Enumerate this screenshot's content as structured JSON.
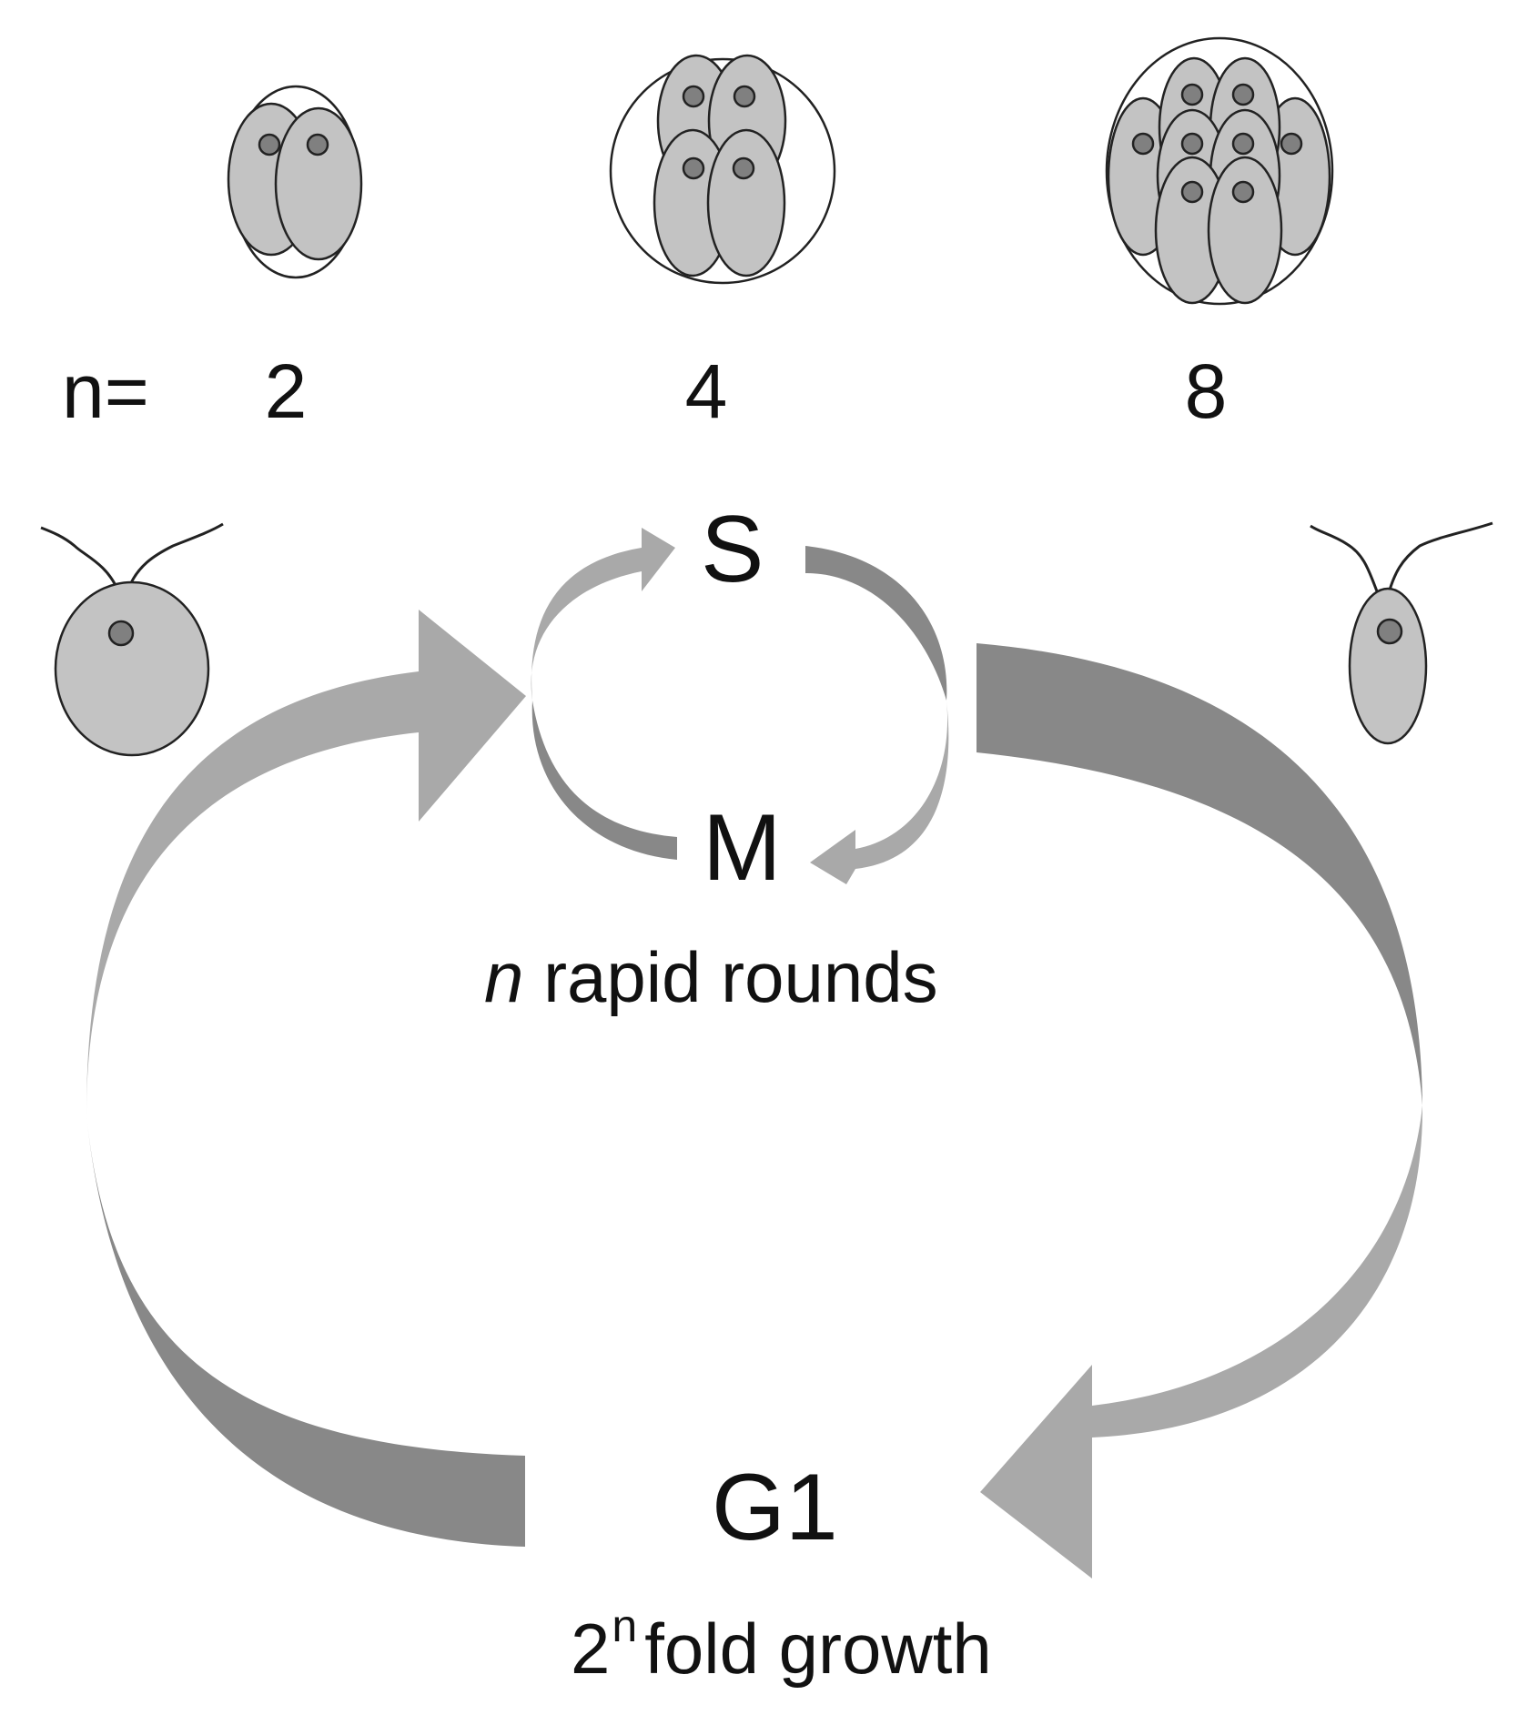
{
  "colony": {
    "prefix": "n=",
    "counts": [
      "2",
      "4",
      "8"
    ]
  },
  "phases": {
    "s": "S",
    "m": "M",
    "g1": "G1"
  },
  "rounds": {
    "n": "n",
    "text": "rapid rounds"
  },
  "growth": {
    "base": "2",
    "exp": "n",
    "text": "fold growth"
  },
  "colors": {
    "arrow_light": "#a9a9a9",
    "arrow_dark": "#888888",
    "cell_fill": "#c3c3c3",
    "nucleus_fill": "#808080",
    "outline": "#222222"
  }
}
